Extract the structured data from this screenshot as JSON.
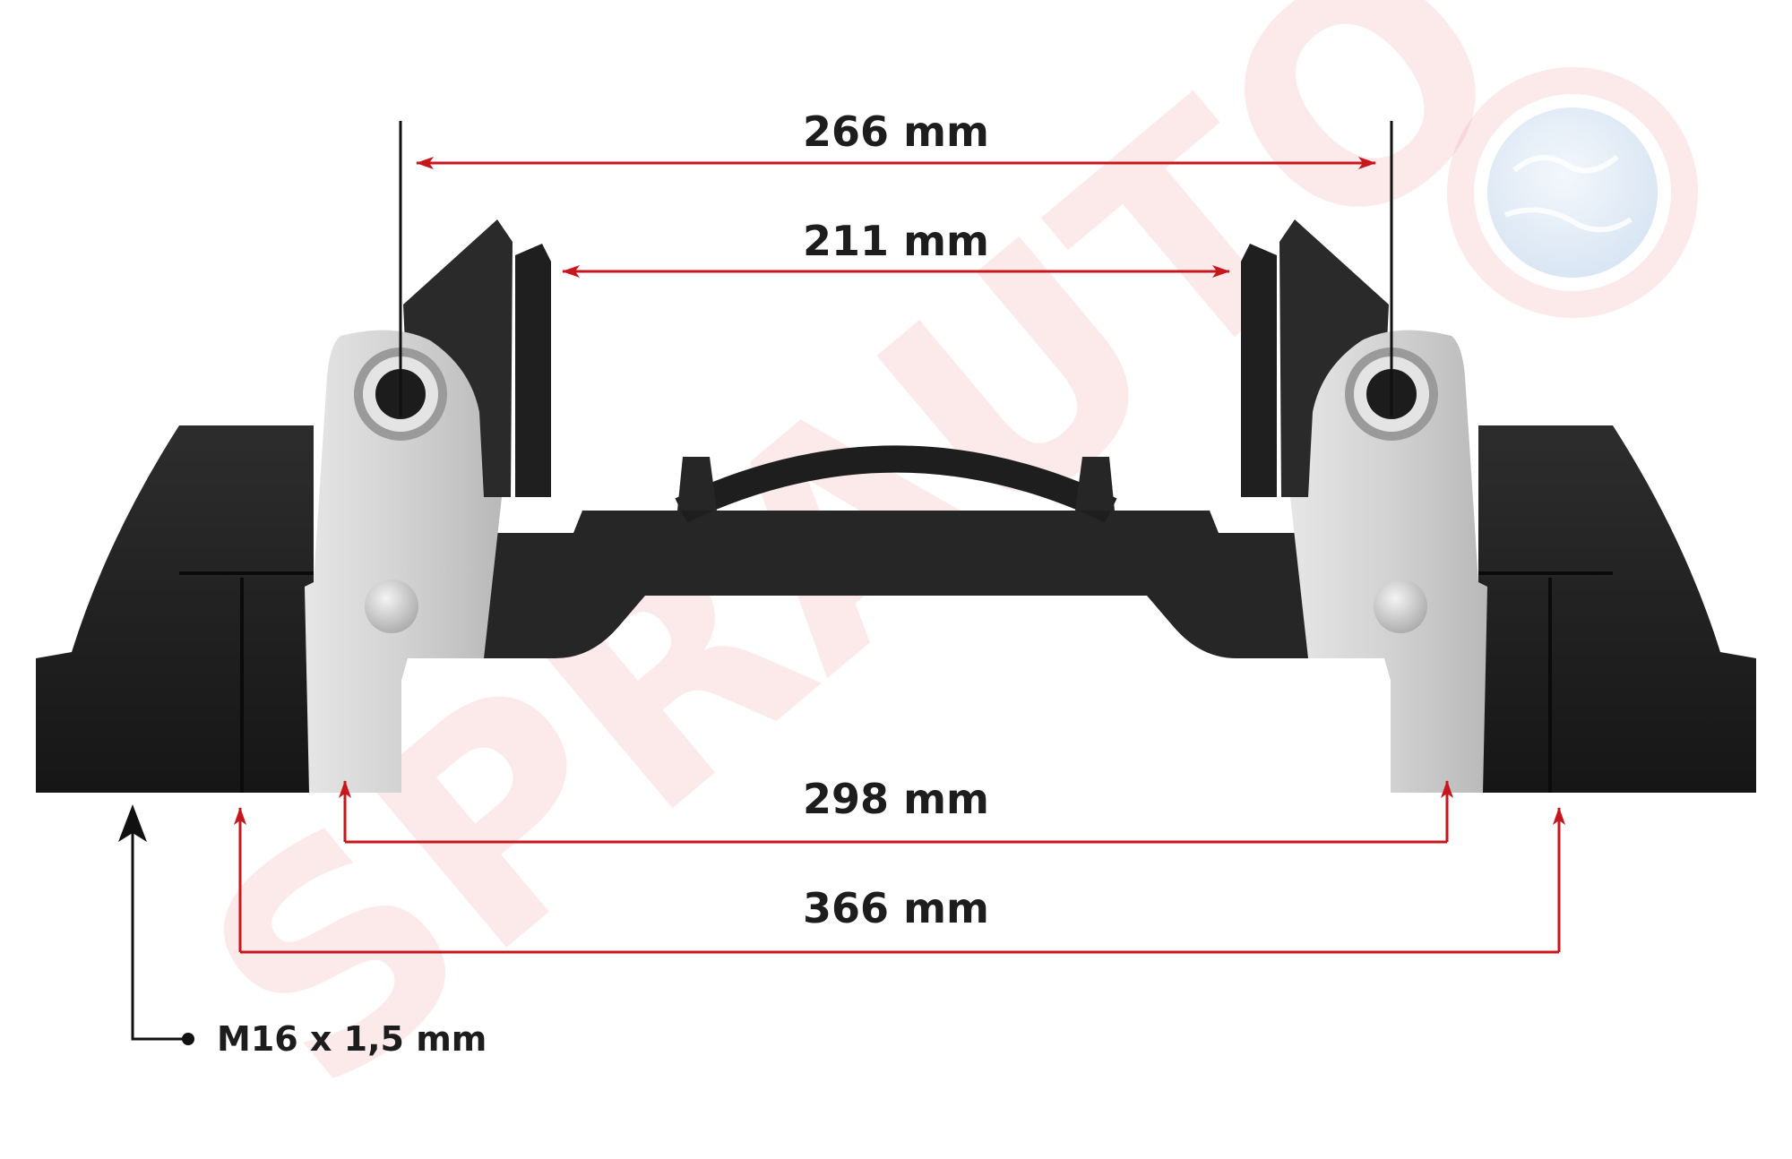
{
  "watermark": {
    "text": "SPRAUTO",
    "logo": "globe-swoosh-logo"
  },
  "dimensions": {
    "pin_to_pin": "266 mm",
    "inner_pad_gap": "211 mm",
    "mount_inner": "298 mm",
    "mount_outer": "366 mm"
  },
  "thread": {
    "label": "M16 x 1,5 mm"
  },
  "colors": {
    "arrow_red": "#c8161d",
    "arrow_black": "#111111",
    "casting": "#232323",
    "bracket": "#cfcfcf",
    "watermark": "#e84b50"
  }
}
